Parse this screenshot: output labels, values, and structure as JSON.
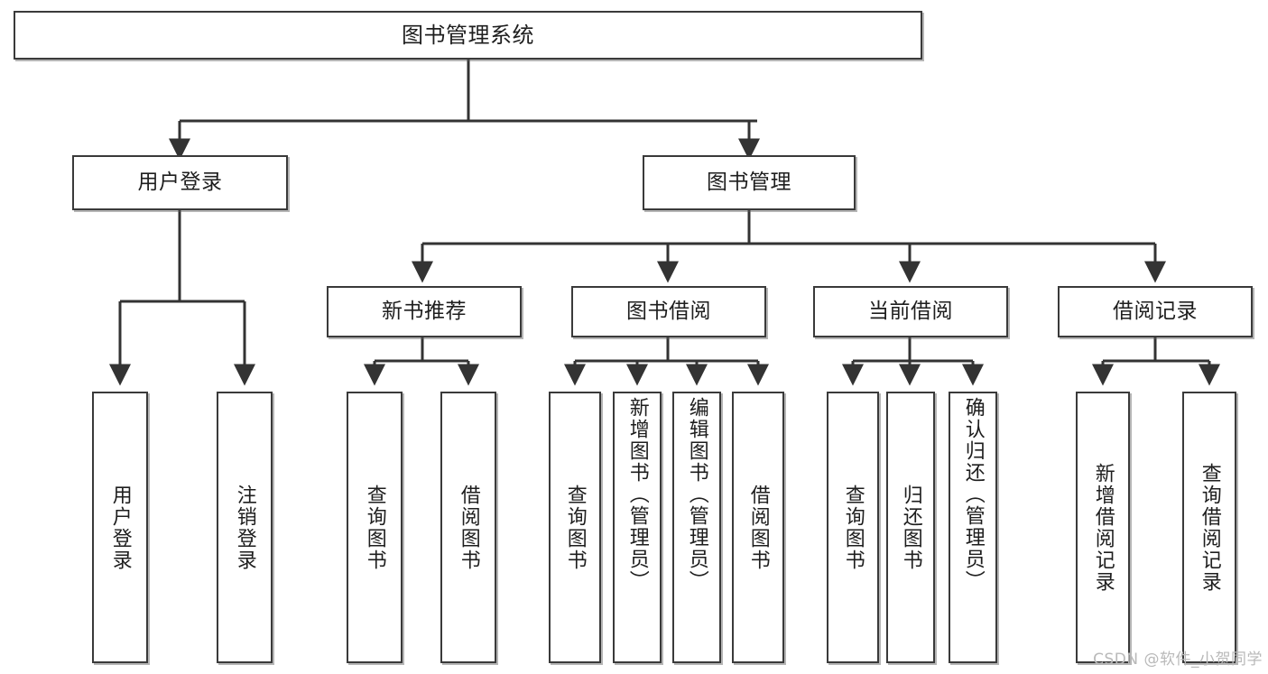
{
  "diagram": {
    "title": "图书管理系统",
    "watermark": "CSDN @软件_小贺同学",
    "colors": {
      "border": "#3a3a3a",
      "fill": "#ffffff",
      "edge": "#333333",
      "text": "#1e1e1e",
      "watermark": "#b9b9b9"
    },
    "root": {
      "label": "图书管理系统"
    },
    "level2": [
      {
        "label": "用户登录"
      },
      {
        "label": "图书管理"
      }
    ],
    "level3": [
      {
        "label": "新书推荐"
      },
      {
        "label": "图书借阅"
      },
      {
        "label": "当前借阅"
      },
      {
        "label": "借阅记录"
      }
    ],
    "leaves": {
      "user_login": [
        {
          "label": "用户登录"
        },
        {
          "label": "注销登录"
        }
      ],
      "new_book_recommend": [
        {
          "label": "查询图书"
        },
        {
          "label": "借阅图书"
        }
      ],
      "book_borrow": [
        {
          "label": "查询图书"
        },
        {
          "label": "新增图书（管理员）"
        },
        {
          "label": "编辑图书（管理员）"
        },
        {
          "label": "借阅图书"
        }
      ],
      "current_borrow": [
        {
          "label": "查询图书"
        },
        {
          "label": "归还图书"
        },
        {
          "label": "确认归还（管理员）"
        }
      ],
      "borrow_records": [
        {
          "label": "新增借阅记录"
        },
        {
          "label": "查询借阅记录"
        }
      ]
    }
  }
}
